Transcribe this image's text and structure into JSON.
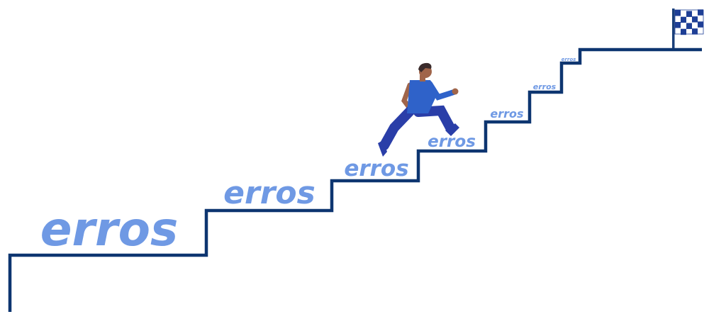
{
  "colors": {
    "stair_line": "#0d3570",
    "label_text": "#6f99e4",
    "flag_pole": "#1a3f7a",
    "flag_check_dark": "#1e3f96",
    "flag_check_light": "#ffffff",
    "runner_shirt": "#2f62c9",
    "runner_pants": "#2a3ea8",
    "runner_skin": "#a0654a",
    "runner_hair": "#3a2b2b"
  },
  "steps": [
    {
      "label": "erros"
    },
    {
      "label": "erros"
    },
    {
      "label": "erros"
    },
    {
      "label": "erros"
    },
    {
      "label": "erros"
    },
    {
      "label": "erros"
    },
    {
      "label": "erros"
    }
  ],
  "icons": {
    "runner": "running-person-icon",
    "flag": "checkered-flag-icon"
  }
}
